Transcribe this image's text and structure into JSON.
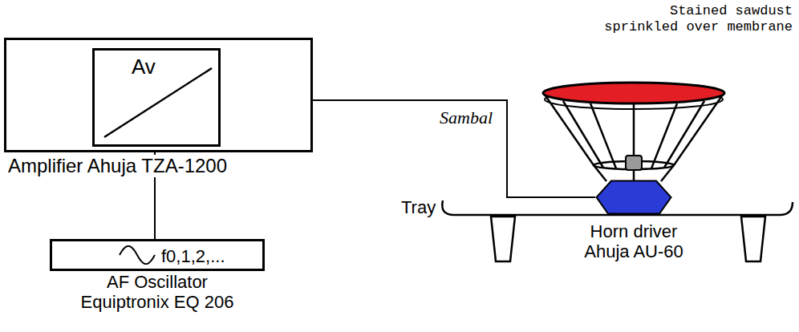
{
  "diagram": {
    "nodes": [
      {
        "text": [
          "Amplifier Ahuja TZA-1200"
        ]
      },
      {
        "text": [
          "Av"
        ],
        "in": 0
      },
      {
        "text": [
          "f0,1,2,...",
          "AF Oscillator Equiptronix EQ 206"
        ]
      },
      {
        "text": [
          "Horn driver Ahuja AU-60"
        ]
      }
    ],
    "edges": [
      {
        "from": 0,
        "to": 2,
        "arrow": "none"
      },
      {
        "from": 0,
        "to": 3,
        "arrow": "none"
      }
    ],
    "labels": [
      "Stained sawdust sprinkled over membrane",
      "Sambal",
      "Tray"
    ]
  }
}
